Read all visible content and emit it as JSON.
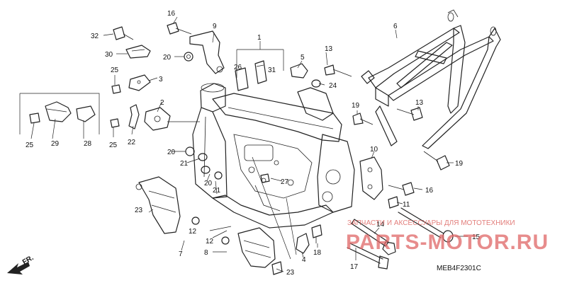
{
  "diagram": {
    "code": "MEB4F2301C",
    "direction_label": "FR.",
    "callouts": [
      "1",
      "2",
      "3",
      "4",
      "5",
      "6",
      "7",
      "8",
      "9",
      "10",
      "11",
      "12",
      "13",
      "14",
      "15",
      "16",
      "17",
      "18",
      "19",
      "20",
      "21",
      "22",
      "23",
      "24",
      "25",
      "26",
      "27",
      "28",
      "29",
      "30",
      "31",
      "32"
    ]
  },
  "watermark": {
    "tagline": "ЗАПЧАСТИ И АКСЕССУАРЫ ДЛЯ МОТОТЕХНИКИ",
    "brand": "PARTS-MOTOR.RU",
    "color": "#d9534f"
  }
}
